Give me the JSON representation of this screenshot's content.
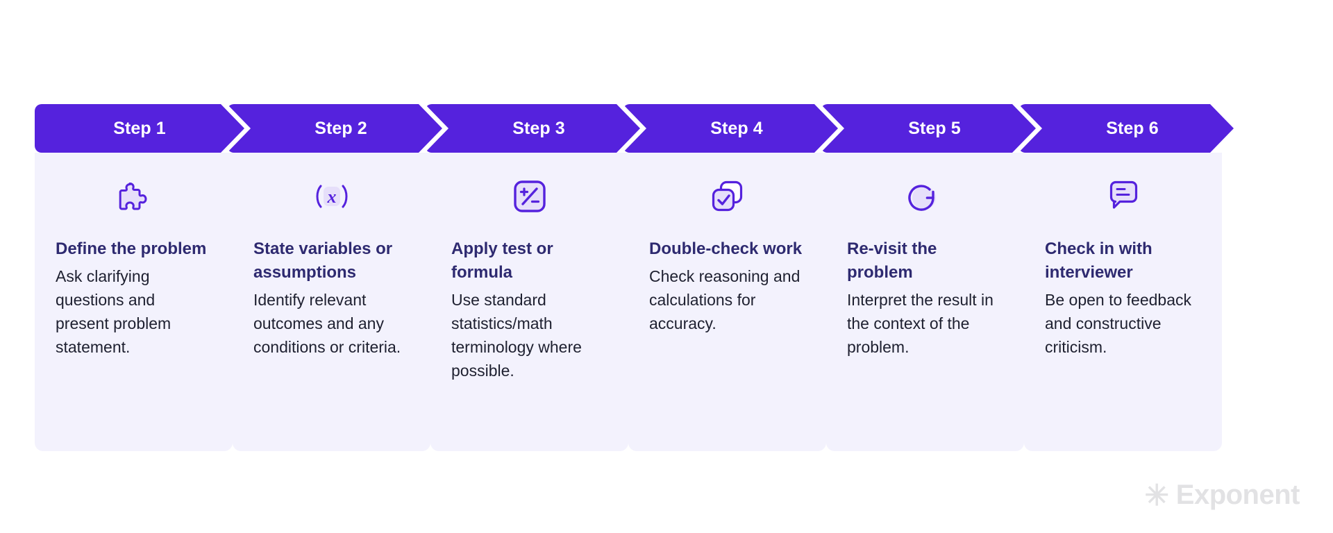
{
  "brand": {
    "mark": "✳",
    "name": "Exponent"
  },
  "colors": {
    "header_purple": "#5522DD",
    "card_background": "#F3F2FD",
    "title_text": "#2E2A70",
    "body_text": "#1E2030",
    "icon_stroke": "#5522DD",
    "icon_fill": "#E6DFFA",
    "brand_gray": "#E2E2E4",
    "page_background": "#FFFFFF"
  },
  "steps": [
    {
      "header": "Step 1",
      "icon": "puzzle-piece-icon",
      "title": "Define the problem",
      "description": "Ask clarifying questions and present problem statement."
    },
    {
      "header": "Step 2",
      "icon": "variable-x-icon",
      "title": "State variables or assumptions",
      "description": "Identify relevant outcomes and any conditions or criteria."
    },
    {
      "header": "Step 3",
      "icon": "plus-minus-icon",
      "title": "Apply test or formula",
      "description": "Use standard statistics/math terminology where possible."
    },
    {
      "header": "Step 4",
      "icon": "copy-check-icon",
      "title": "Double-check work",
      "description": "Check reasoning and calculations for accuracy."
    },
    {
      "header": "Step 5",
      "icon": "refresh-circular-arrow-icon",
      "title": "Re-visit the problem",
      "description": "Interpret the result in the context of the problem."
    },
    {
      "header": "Step 6",
      "icon": "speech-bubble-icon",
      "title": "Check in with interviewer",
      "description": "Be open to feedback and constructive criticism."
    }
  ]
}
